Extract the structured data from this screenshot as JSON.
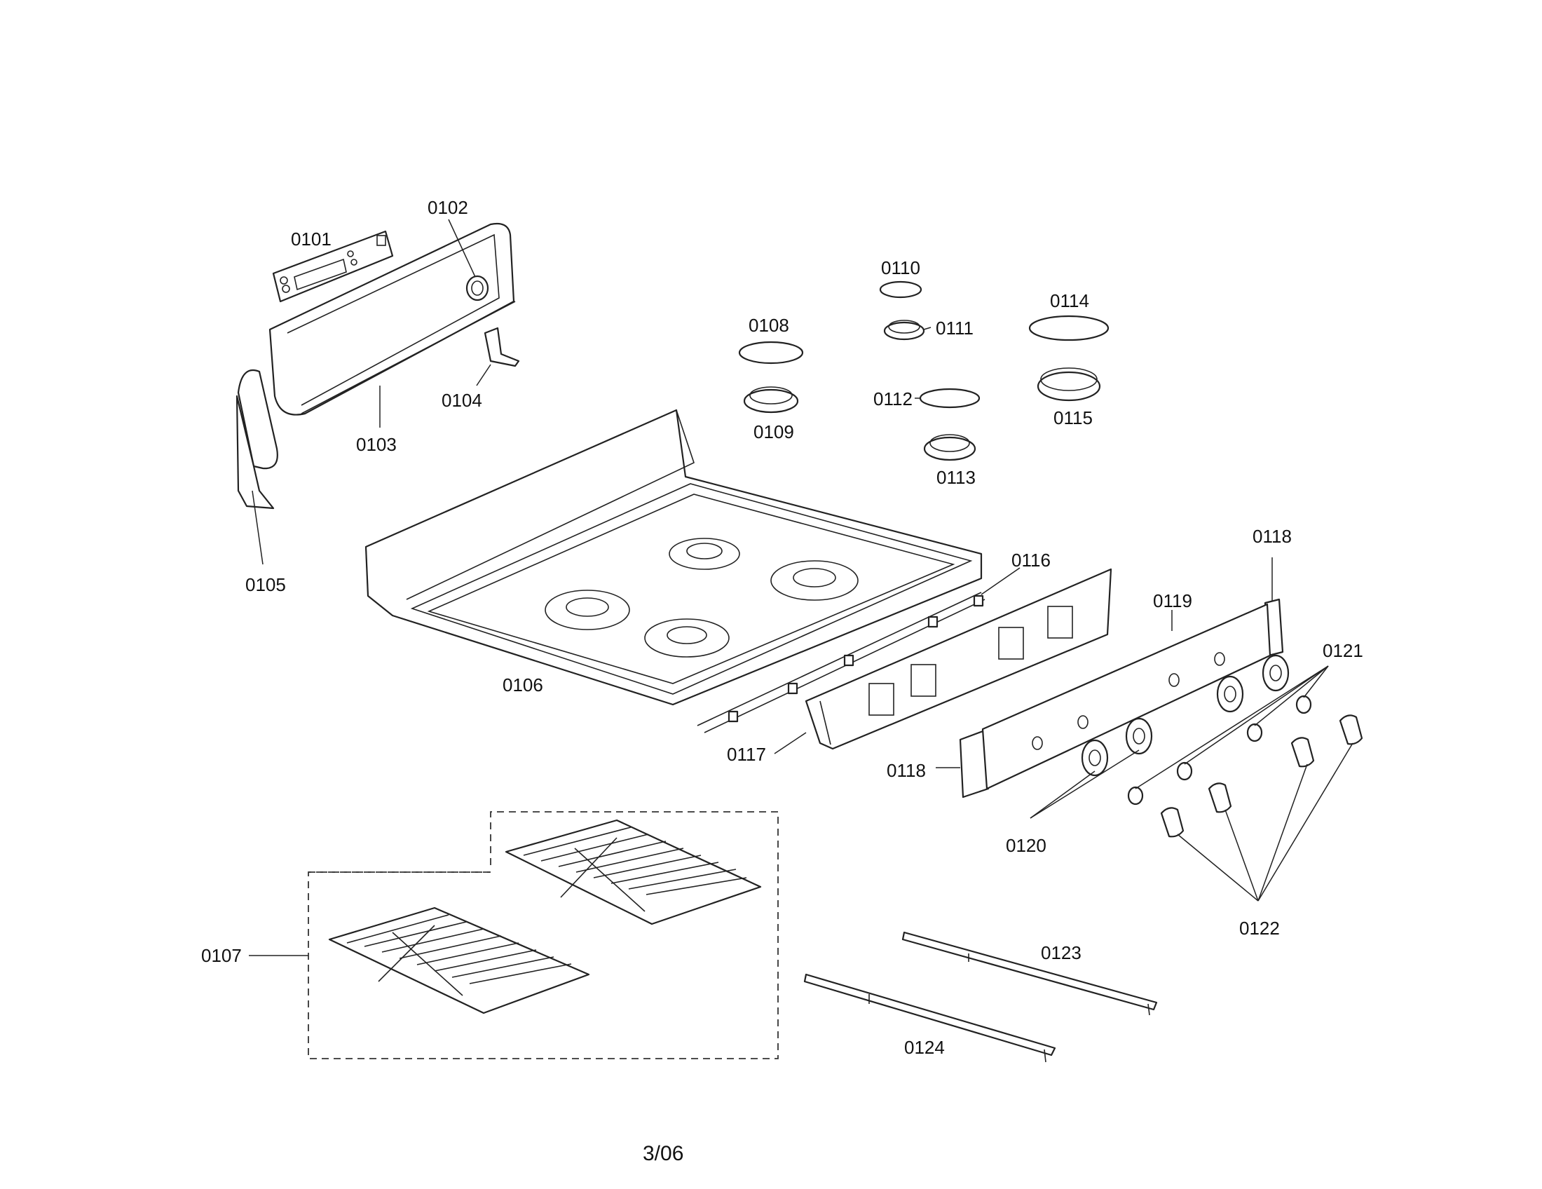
{
  "diagram": {
    "labels": {
      "p0101": "0101",
      "p0102": "0102",
      "p0103": "0103",
      "p0104": "0104",
      "p0105": "0105",
      "p0106": "0106",
      "p0107": "0107",
      "p0108": "0108",
      "p0109": "0109",
      "p0110": "0110",
      "p0111": "0111",
      "p0112": "0112",
      "p0113": "0113",
      "p0114": "0114",
      "p0115": "0115",
      "p0116": "0116",
      "p0117": "0117",
      "p0118_top": "0118",
      "p0118_left": "0118",
      "p0119": "0119",
      "p0120": "0120",
      "p0121": "0121",
      "p0122": "0122",
      "p0123": "0123",
      "p0124": "0124"
    },
    "footer": "3/06"
  }
}
